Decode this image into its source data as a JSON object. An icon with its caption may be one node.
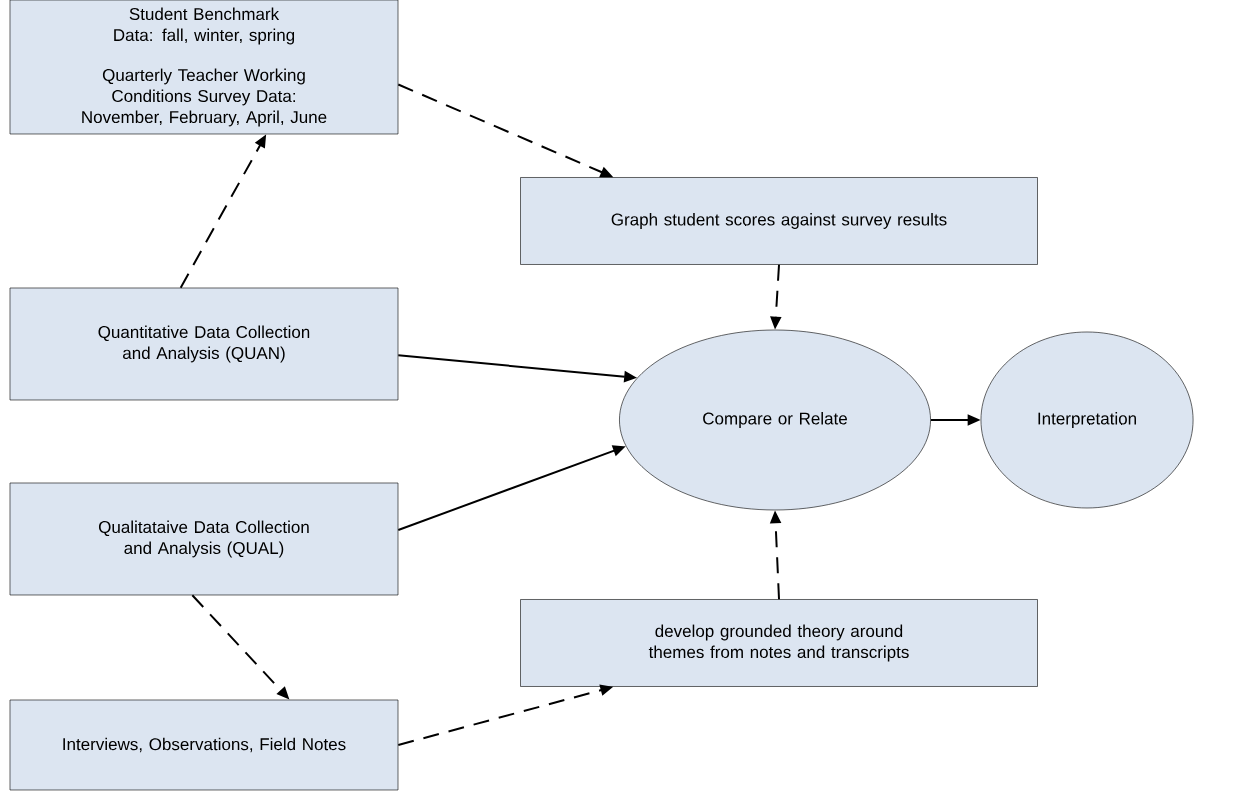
{
  "diagram": {
    "nodes": [
      {
        "text": [
          "Student Benchmark Data: fall, winter, spring",
          "Quarterly Teacher Working Conditions Survey Data: November, February, April, June"
        ]
      },
      {
        "text": [
          "Graph student scores against survey results"
        ]
      },
      {
        "text": [
          "Quantitative Data Collection and Analysis (QUAN)"
        ]
      },
      {
        "text": [
          "Compare or Relate"
        ]
      },
      {
        "text": [
          "Interpretation"
        ]
      },
      {
        "text": [
          "Qualitataive Data Collection and Analysis (QUAL)"
        ]
      },
      {
        "text": [
          "develop grounded theory around themes from notes and transcripts"
        ]
      },
      {
        "text": [
          "Interviews, Observations, Field Notes"
        ]
      }
    ],
    "edges": [
      {
        "from": 2,
        "to": 0,
        "arrow": "to",
        "style": "dashed"
      },
      {
        "from": 0,
        "to": 1,
        "arrow": "to",
        "style": "dashed"
      },
      {
        "from": 1,
        "to": 3,
        "arrow": "to",
        "style": "dashed"
      },
      {
        "from": 2,
        "to": 3,
        "arrow": "to"
      },
      {
        "from": 5,
        "to": 3,
        "arrow": "to"
      },
      {
        "from": 3,
        "to": 4,
        "arrow": "to"
      },
      {
        "from": 6,
        "to": 3,
        "arrow": "to",
        "style": "dashed"
      },
      {
        "from": 5,
        "to": 7,
        "arrow": "to",
        "style": "dashed"
      },
      {
        "from": 7,
        "to": 6,
        "arrow": "to",
        "style": "dashed"
      }
    ]
  }
}
